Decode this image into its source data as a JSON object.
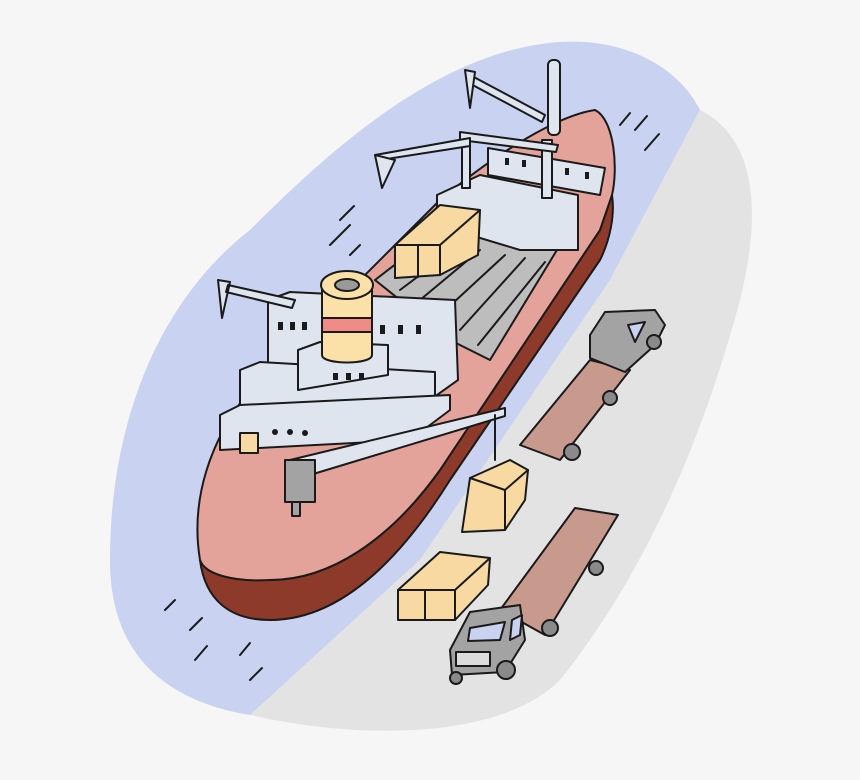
{
  "scene": {
    "description_free": true,
    "colors": {
      "background": "#f6f6f6",
      "water": "#c9d2f0",
      "dock": "#e3e3e3",
      "hull_deck": "#e4a39a",
      "hull_side": "#8e3a2a",
      "superstructure": "#dfe5ee",
      "funnel": "#fbe0a8",
      "funnel_band": "#f08a84",
      "crate": "#f9d9a2",
      "truck_cab": "#a3a3a3",
      "truck_bed": "#c89a8e",
      "outline": "#1a1a1a"
    },
    "icons": [
      "cargo-ship",
      "crane",
      "cargo-crate",
      "flatbed-truck"
    ]
  }
}
